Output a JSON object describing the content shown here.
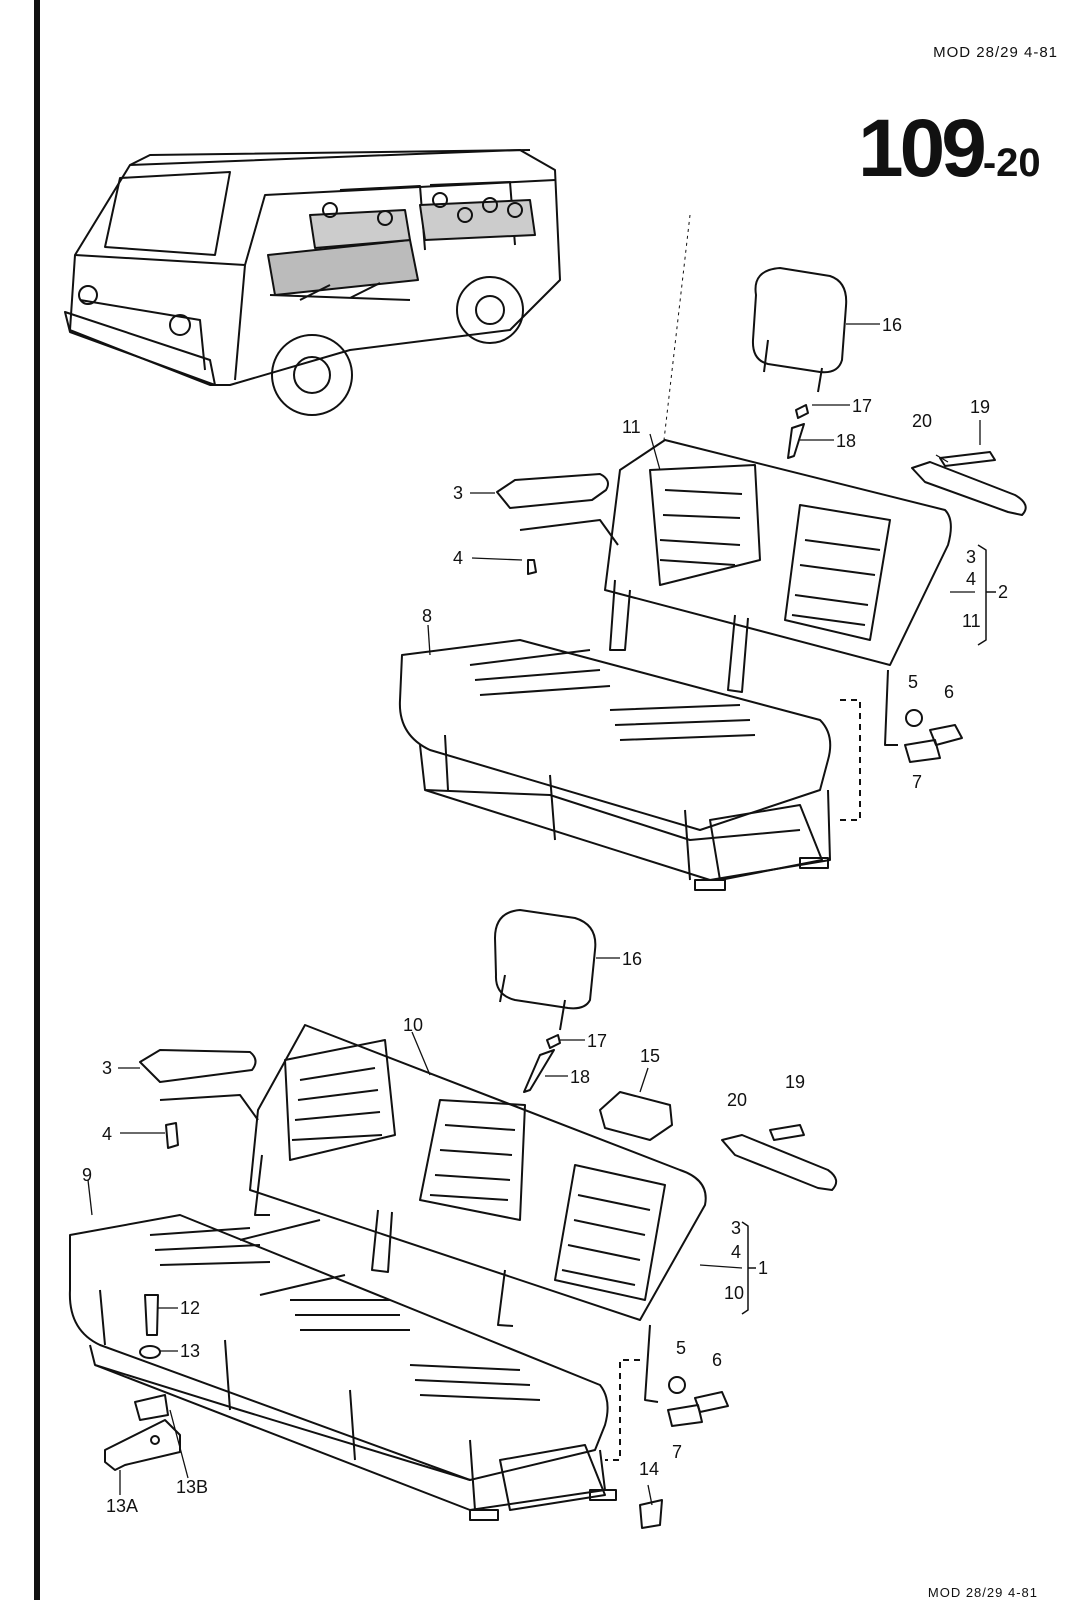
{
  "header": {
    "model_code": "MOD 28/29 4-81",
    "group_number": "109",
    "group_suffix": "-20",
    "footer_code": "MOD 28/29 4-81"
  },
  "upper_assembly": {
    "callouts": [
      "16",
      "17",
      "18",
      "19",
      "20",
      "11",
      "3",
      "4",
      "8",
      "5",
      "6",
      "7"
    ],
    "bracket_items": [
      "3",
      "4",
      "11"
    ],
    "bracket_result": "2"
  },
  "lower_assembly": {
    "callouts": [
      "16",
      "17",
      "18",
      "15",
      "19",
      "20",
      "10",
      "3",
      "4",
      "9",
      "12",
      "13",
      "13B",
      "13A",
      "5",
      "6",
      "7",
      "14"
    ],
    "bracket_items": [
      "3",
      "4",
      "10"
    ],
    "bracket_result": "1"
  },
  "colors": {
    "ink": "#111111",
    "paper": "#ffffff",
    "shade": "#888888"
  }
}
